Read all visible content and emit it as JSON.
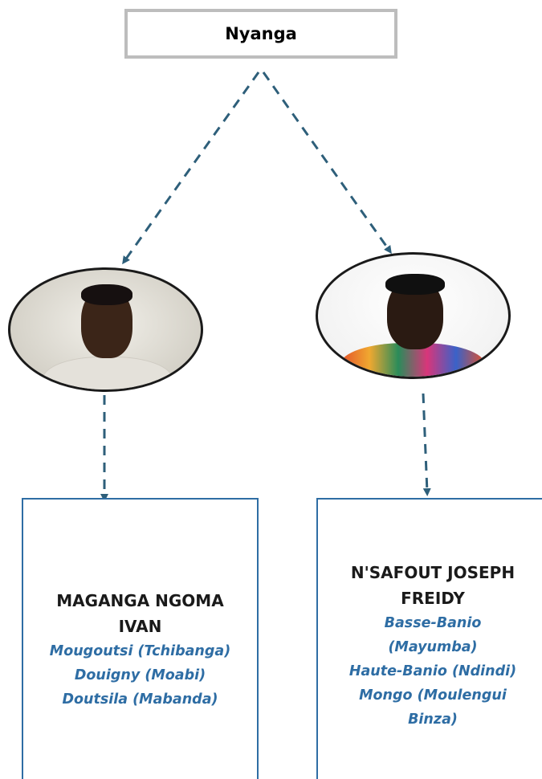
{
  "root": {
    "label": "Nyanga"
  },
  "branches": [
    {
      "name": "MAGANGA NGOMA IVAN",
      "places": [
        "Mougoutsi (Tchibanga)",
        "Douigny (Moabi)",
        "Doutsila (Mabanda)"
      ]
    },
    {
      "name": "N'SAFOUT JOSEPH FREIDY",
      "places": [
        "Basse-Banio (Mayumba)",
        "Haute-Banio (Ndindi)",
        "Mongo (Moulengui Binza)"
      ]
    }
  ],
  "colors": {
    "connector": "#2e5f7a",
    "card_border": "#2e6da4",
    "place_text": "#2e6da4",
    "root_border": "#bdbdbd"
  }
}
